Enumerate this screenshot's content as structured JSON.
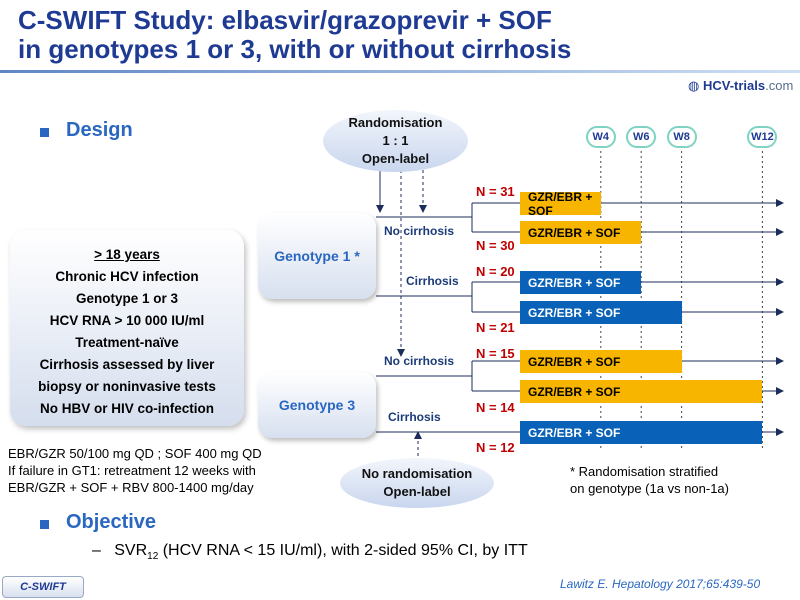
{
  "title": {
    "line1": "C-SWIFT Study: elbasvir/grazoprevir + SOF",
    "line2": "in genotypes 1 or 3, with or without cirrhosis"
  },
  "logo": {
    "brand": "HCV-trials",
    "suffix": ".com"
  },
  "design": {
    "heading": "Design",
    "randomisation": [
      "Randomisation",
      "1 : 1",
      "Open-label"
    ],
    "no_randomisation": [
      "No randomisation",
      "Open-label"
    ],
    "criteria": [
      "> 18 years",
      "Chronic HCV infection",
      "Genotype 1 or 3",
      "HCV RNA > 10 000 IU/ml",
      "Treatment-naïve",
      "Cirrhosis assessed by liver",
      "biopsy or noninvasive tests",
      "No HBV or HIV co-infection"
    ],
    "genotype1": "Genotype 1 *",
    "genotype3": "Genotype 3",
    "no_cirrhosis": "No cirrhosis",
    "cirrhosis": "Cirrhosis",
    "weeks": [
      "W4",
      "W6",
      "W8",
      "W12"
    ],
    "arms": [
      {
        "label": "GZR/EBR + SOF",
        "n": "N = 31",
        "weeks": 4,
        "color": "#f7b500"
      },
      {
        "label": "GZR/EBR + SOF",
        "n": "N = 30",
        "weeks": 6,
        "color": "#f7b500"
      },
      {
        "label": "GZR/EBR + SOF",
        "n": "N = 20",
        "weeks": 6,
        "color": "#0a62b8"
      },
      {
        "label": "GZR/EBR + SOF",
        "n": "N = 21",
        "weeks": 8,
        "color": "#0a62b8"
      },
      {
        "label": "GZR/EBR + SOF",
        "n": "N = 15",
        "weeks": 8,
        "color": "#f7b500"
      },
      {
        "label": "GZR/EBR + SOF",
        "n": "N = 14",
        "weeks": 12,
        "color": "#f7b500"
      },
      {
        "label": "GZR/EBR + SOF",
        "n": "N = 12",
        "weeks": 12,
        "color": "#0a62b8"
      }
    ],
    "dosing": [
      "EBR/GZR 50/100 mg QD ; SOF 400 mg QD",
      "If failure in GT1: retreatment 12 weeks with",
      "EBR/GZR + SOF + RBV 800-1400 mg/day"
    ],
    "note": [
      "* Randomisation stratified",
      "on genotype (1a vs non-1a)"
    ]
  },
  "objective": {
    "heading": "Objective",
    "dash": "–",
    "svr": "SVR",
    "svr_sub": "12",
    "text": " (HCV RNA < 15 IU/ml), with 2-sided 95% CI, by ITT"
  },
  "footer": {
    "tag": "C-SWIFT",
    "citation": "Lawitz E. Hepatology 2017;65:439-50"
  }
}
